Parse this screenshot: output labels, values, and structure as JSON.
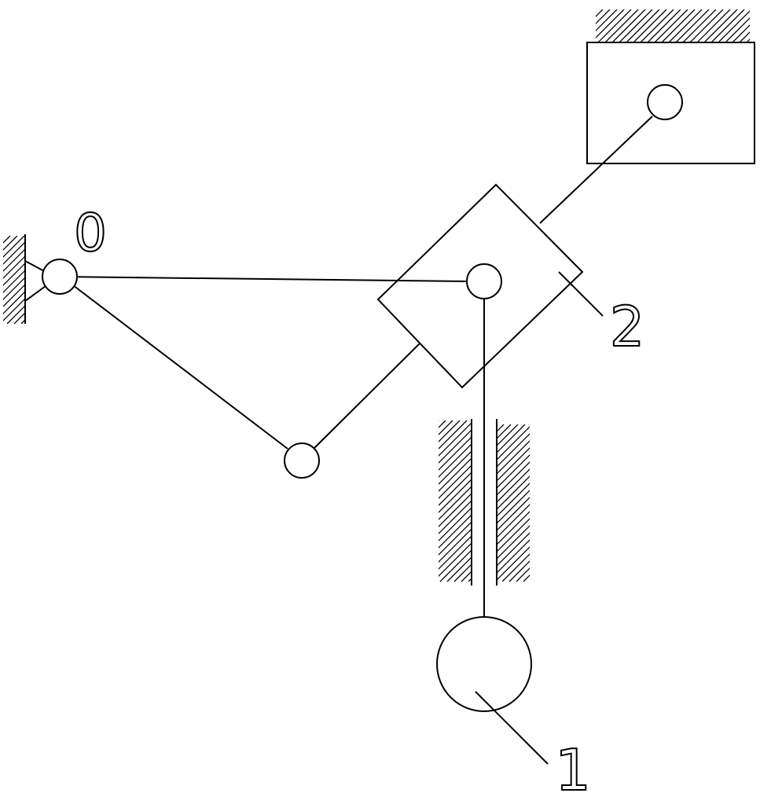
{
  "labels": {
    "pivot": "0",
    "part_one": "1",
    "part_two": "2"
  },
  "colors": {
    "ink": "#000000",
    "background": "#ffffff"
  }
}
